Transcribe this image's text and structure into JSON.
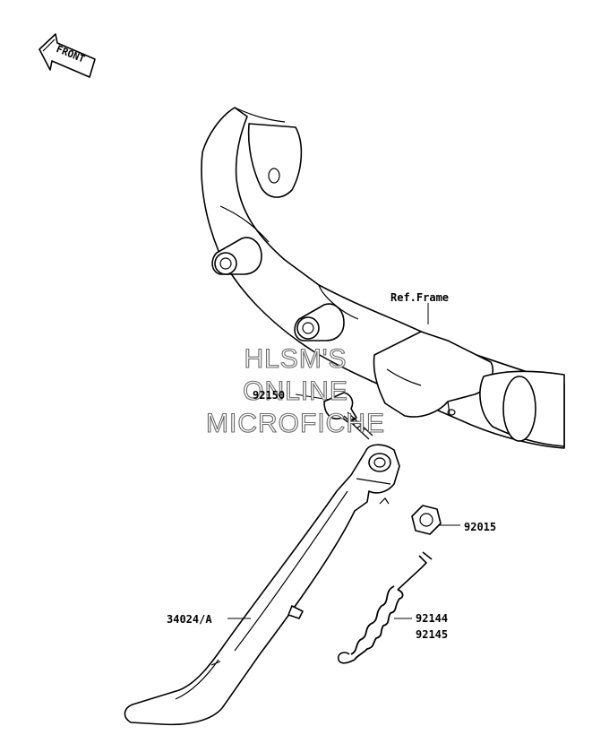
{
  "front_arrow": {
    "label": "FRONT"
  },
  "watermark": {
    "line1": "HLSM'S",
    "line2": "ONLINE",
    "line3": "MICROFICHE"
  },
  "callouts": {
    "ref_frame": "Ref.Frame",
    "bolt": "92150",
    "nut": "92015",
    "stand": "34024/A",
    "spring_1": "92144",
    "spring_2": "92145"
  }
}
